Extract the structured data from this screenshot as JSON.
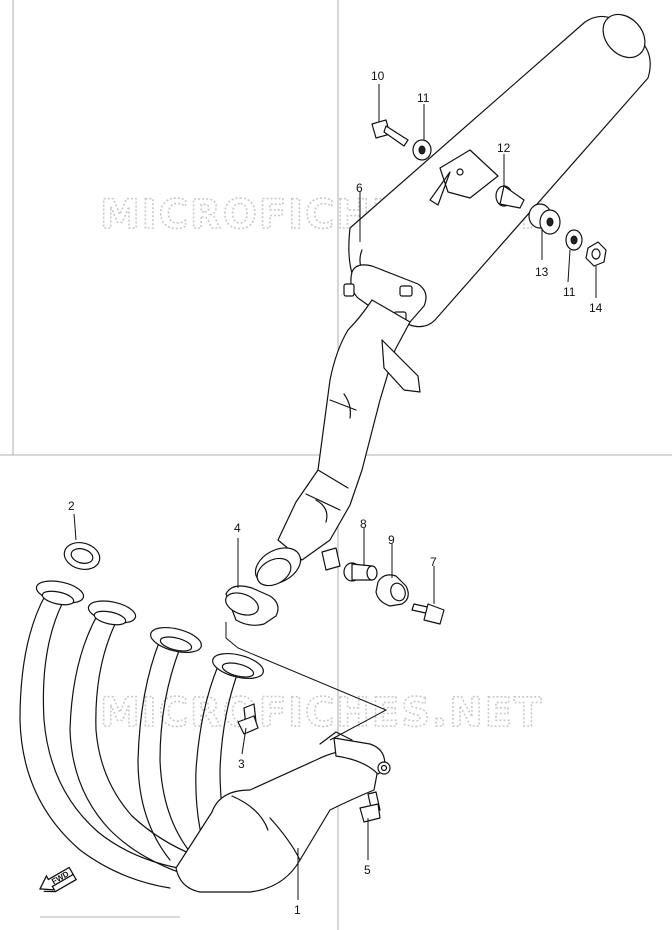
{
  "watermarks": [
    "MICROFICHES.NET",
    "MICROFICHES.NET"
  ],
  "direction_label": "FWD",
  "callouts": [
    {
      "id": "c1",
      "label": "1"
    },
    {
      "id": "c2",
      "label": "2"
    },
    {
      "id": "c3",
      "label": "3"
    },
    {
      "id": "c4",
      "label": "4"
    },
    {
      "id": "c5",
      "label": "5"
    },
    {
      "id": "c6",
      "label": "6"
    },
    {
      "id": "c7",
      "label": "7"
    },
    {
      "id": "c8",
      "label": "8"
    },
    {
      "id": "c9",
      "label": "9"
    },
    {
      "id": "c10",
      "label": "10"
    },
    {
      "id": "c11a",
      "label": "11"
    },
    {
      "id": "c11b",
      "label": "11"
    },
    {
      "id": "c12",
      "label": "12"
    },
    {
      "id": "c13",
      "label": "13"
    },
    {
      "id": "c14",
      "label": "14"
    }
  ]
}
